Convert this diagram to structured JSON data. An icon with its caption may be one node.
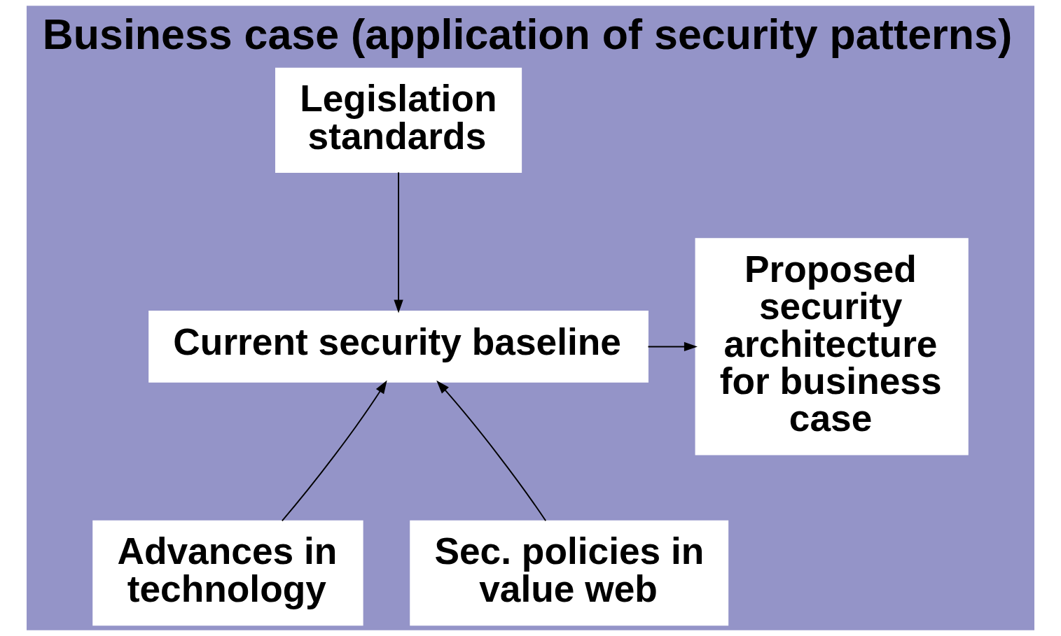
{
  "diagram": {
    "title": "Business case (application of security patterns)",
    "nodes": [
      {
        "text": [
          "Legislation standards"
        ]
      },
      {
        "text": [
          "Current security baseline"
        ]
      },
      {
        "text": [
          "Advances in technology"
        ]
      },
      {
        "text": [
          "Sec. policies in value web"
        ]
      },
      {
        "text": [
          "Proposed security architecture for business case"
        ]
      }
    ],
    "edges": [
      {
        "from": 0,
        "to": 1,
        "arrow": "to"
      },
      {
        "from": 2,
        "to": 1,
        "arrow": "to"
      },
      {
        "from": 3,
        "to": 1,
        "arrow": "to"
      },
      {
        "from": 1,
        "to": 4,
        "arrow": "to"
      }
    ]
  }
}
